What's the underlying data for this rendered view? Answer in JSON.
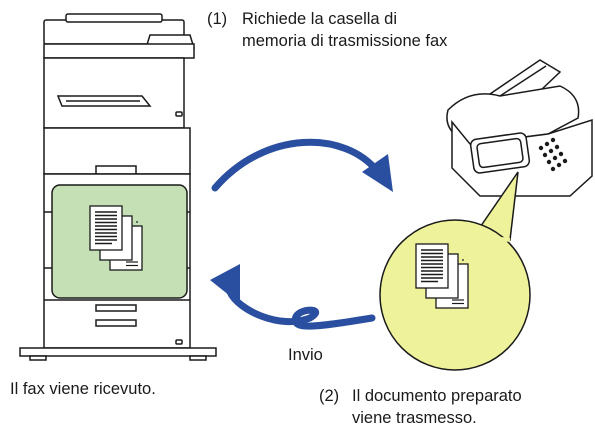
{
  "step1": {
    "number": "(1)",
    "line1": "Richiede la casella di",
    "line2": "memoria di trasmissione fax"
  },
  "step2": {
    "number": "(2)",
    "line1": "Il documento preparato",
    "line2": "viene trasmesso."
  },
  "send_label": "Invio",
  "receive_caption": "Il fax viene ricevuto.",
  "colors": {
    "arrow": "#2b4fa0",
    "received_panel": "#c5e0b4",
    "prepared_circle": "#eef29a",
    "outline": "#1a1a1a"
  },
  "icons": [
    "multifunction-printer-icon",
    "fax-machine-icon",
    "document-stack-icon",
    "curved-arrow-icon"
  ]
}
